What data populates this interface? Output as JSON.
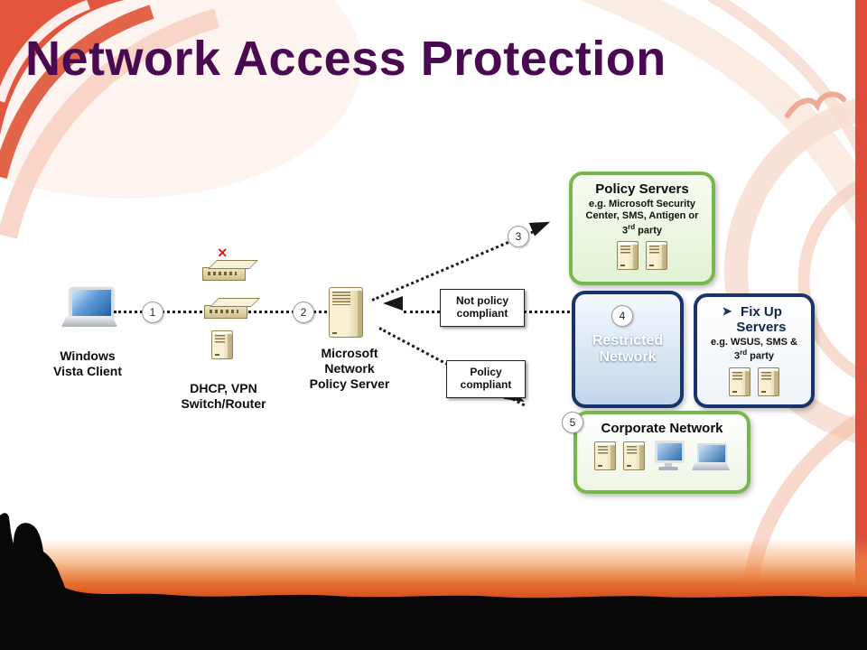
{
  "title": "Network Access Protection",
  "colors": {
    "title_text": "#4a0a52",
    "green_border": "#77b84d",
    "navy_border": "#17356b",
    "connector_black": "#1c1c1c",
    "swirl_red": "#dc4530"
  },
  "icons": {
    "client": "laptop-icon",
    "gateway_router": "router-icon",
    "gateway_switch": "switch-icon",
    "server": "server-tower-icon",
    "desktop": "desktop-computer-icon",
    "red_x": "×",
    "fixup_arrow": "➤"
  },
  "nodes": {
    "client_label": "Windows\nVista Client",
    "gateway_label": "DHCP, VPN\nSwitch/Router",
    "nps_label": "Microsoft\nNetwork\nPolicy Server"
  },
  "steps": [
    "1",
    "2",
    "3",
    "4",
    "5"
  ],
  "flow_labels": {
    "not_compliant": "Not policy\ncompliant",
    "compliant": "Policy\ncompliant"
  },
  "boxes": {
    "policy_servers": {
      "title": "Policy Servers",
      "subtitle_pre": "e.g. Microsoft Security Center, SMS, Antigen or 3",
      "subtitle_sup": "rd",
      "subtitle_post": " party"
    },
    "restricted": {
      "title": "Restricted\nNetwork"
    },
    "fixup": {
      "title": "Fix Up\nServers",
      "subtitle_pre": "e.g. WSUS, SMS & 3",
      "subtitle_sup": "rd",
      "subtitle_post": " party"
    },
    "corporate": {
      "title": "Corporate Network"
    }
  }
}
